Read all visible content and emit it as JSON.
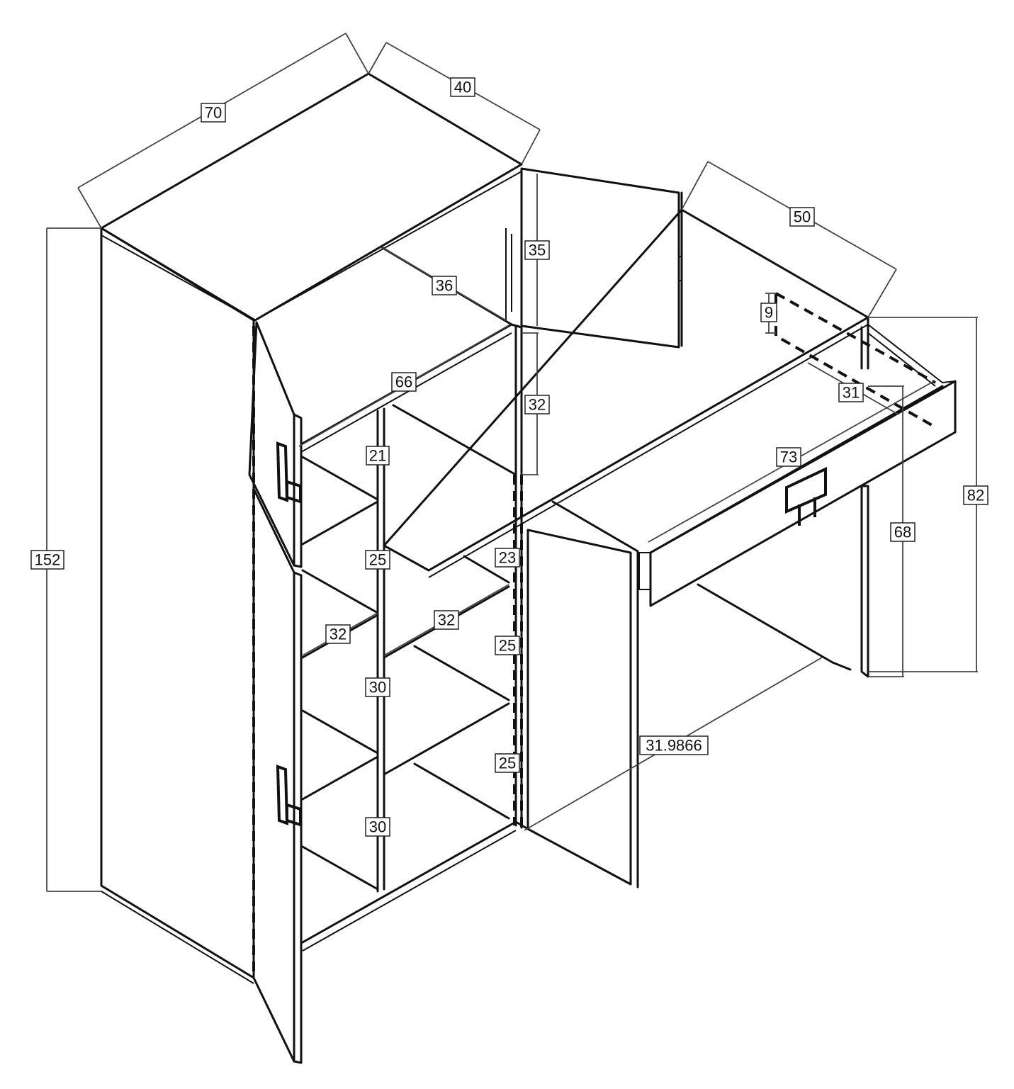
{
  "dimensions": {
    "width_top": "70",
    "depth_top": "40",
    "height_total": "152",
    "top_door_height": "35",
    "inner_depth_36": "36",
    "inner_width_66": "66",
    "upper_compartment": "32",
    "divider_21": "21",
    "shelf_25_left": "25",
    "shelf_23": "23",
    "shelf_32_left": "32",
    "shelf_32_right": "32",
    "shelf_25_mid": "25",
    "shelf_30_upper": "30",
    "shelf_25_low": "25",
    "shelf_30_lower": "30",
    "desk_depth": "50",
    "drawer_height": "9",
    "drawer_depth": "31",
    "desk_width": "73",
    "desk_height": "82",
    "knee_height": "68",
    "leg_span": "31.9866"
  }
}
